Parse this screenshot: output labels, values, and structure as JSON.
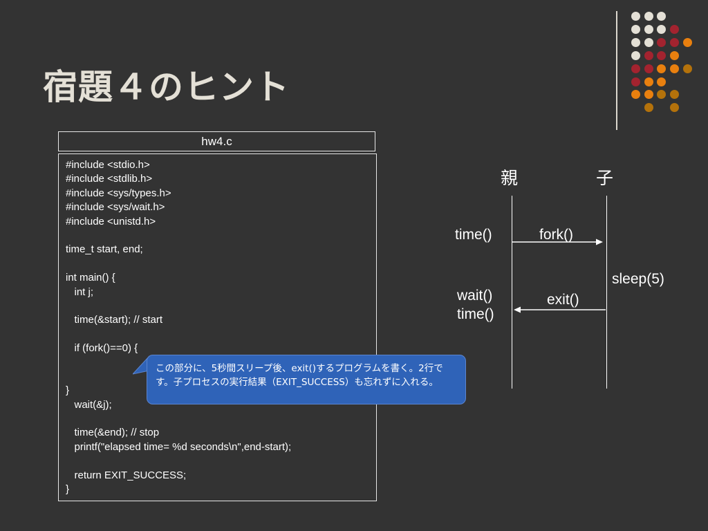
{
  "slide": {
    "title": "宿題４のヒント"
  },
  "decor": {
    "dot_colors": [
      "#e4e0d6",
      "#a3232f",
      "#e9800f",
      "#b4720b"
    ]
  },
  "code": {
    "filename": "hw4.c",
    "lines": [
      "#include <stdio.h>",
      "#include <stdlib.h>",
      "#include <sys/types.h>",
      "#include <sys/wait.h>",
      "#include <unistd.h>",
      "",
      "time_t start, end;",
      "",
      "int main() {",
      "   int j;",
      "",
      "   time(&start); // start",
      "",
      "   if (fork()==0) {",
      "",
      "",
      "}",
      "   wait(&j);",
      "",
      "   time(&end); // stop",
      "   printf(\"elapsed time= %d seconds\\n\",end-start);",
      "",
      "   return EXIT_SUCCESS;",
      "}"
    ]
  },
  "callout": {
    "text": "この部分に、5秒間スリープ後、exit()するプログラムを書く。2行です。子プロセスの実行結果（EXIT_SUCCESS）も忘れずに入れる。"
  },
  "sequence": {
    "parent_label": "親",
    "child_label": "子",
    "parent_time_start": "time()",
    "fork_label": "fork()",
    "sleep_label": "sleep(5)",
    "wait_label": "wait()",
    "exit_label": "exit()",
    "parent_time_end": "time()"
  }
}
